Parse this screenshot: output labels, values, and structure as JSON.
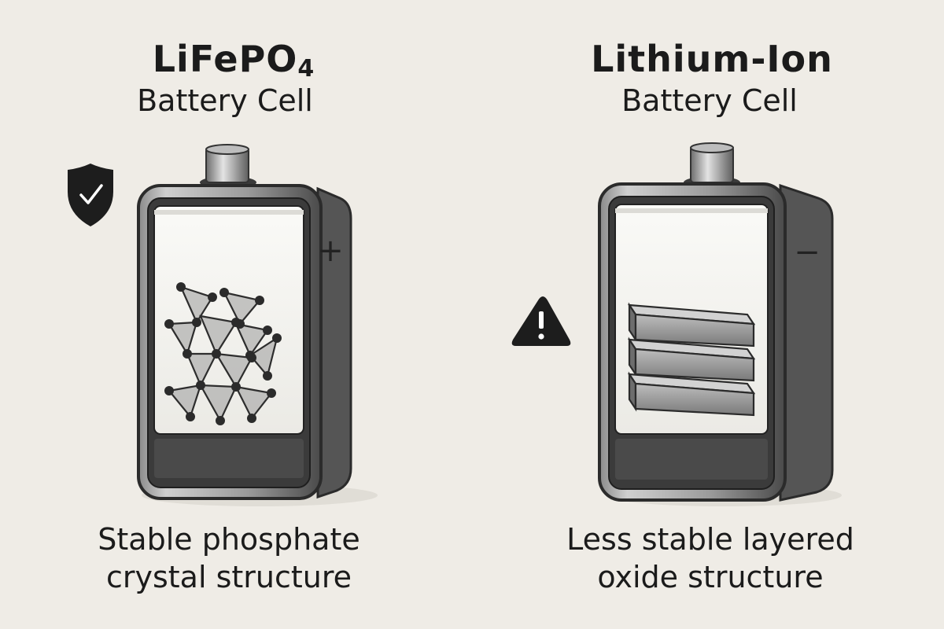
{
  "left": {
    "title_main": "LiFePO",
    "title_sub": "4",
    "subtitle": "Battery Cell",
    "terminal_sign": "+",
    "caption_line1": "Stable phosphate",
    "caption_line2": "crystal structure",
    "status_icon": "shield-check-icon"
  },
  "right": {
    "title": "Lithium-Ion",
    "subtitle": "Battery Cell",
    "terminal_sign": "−",
    "caption_line1": "Less stable layered",
    "caption_line2": "oxide structure",
    "status_icon": "warning-triangle-icon"
  },
  "colors": {
    "background": "#efece6",
    "casing": "#5a5a5a",
    "casing_dark": "#2e2e2e",
    "window": "#f4f3ef",
    "icon": "#1d1d1d"
  }
}
